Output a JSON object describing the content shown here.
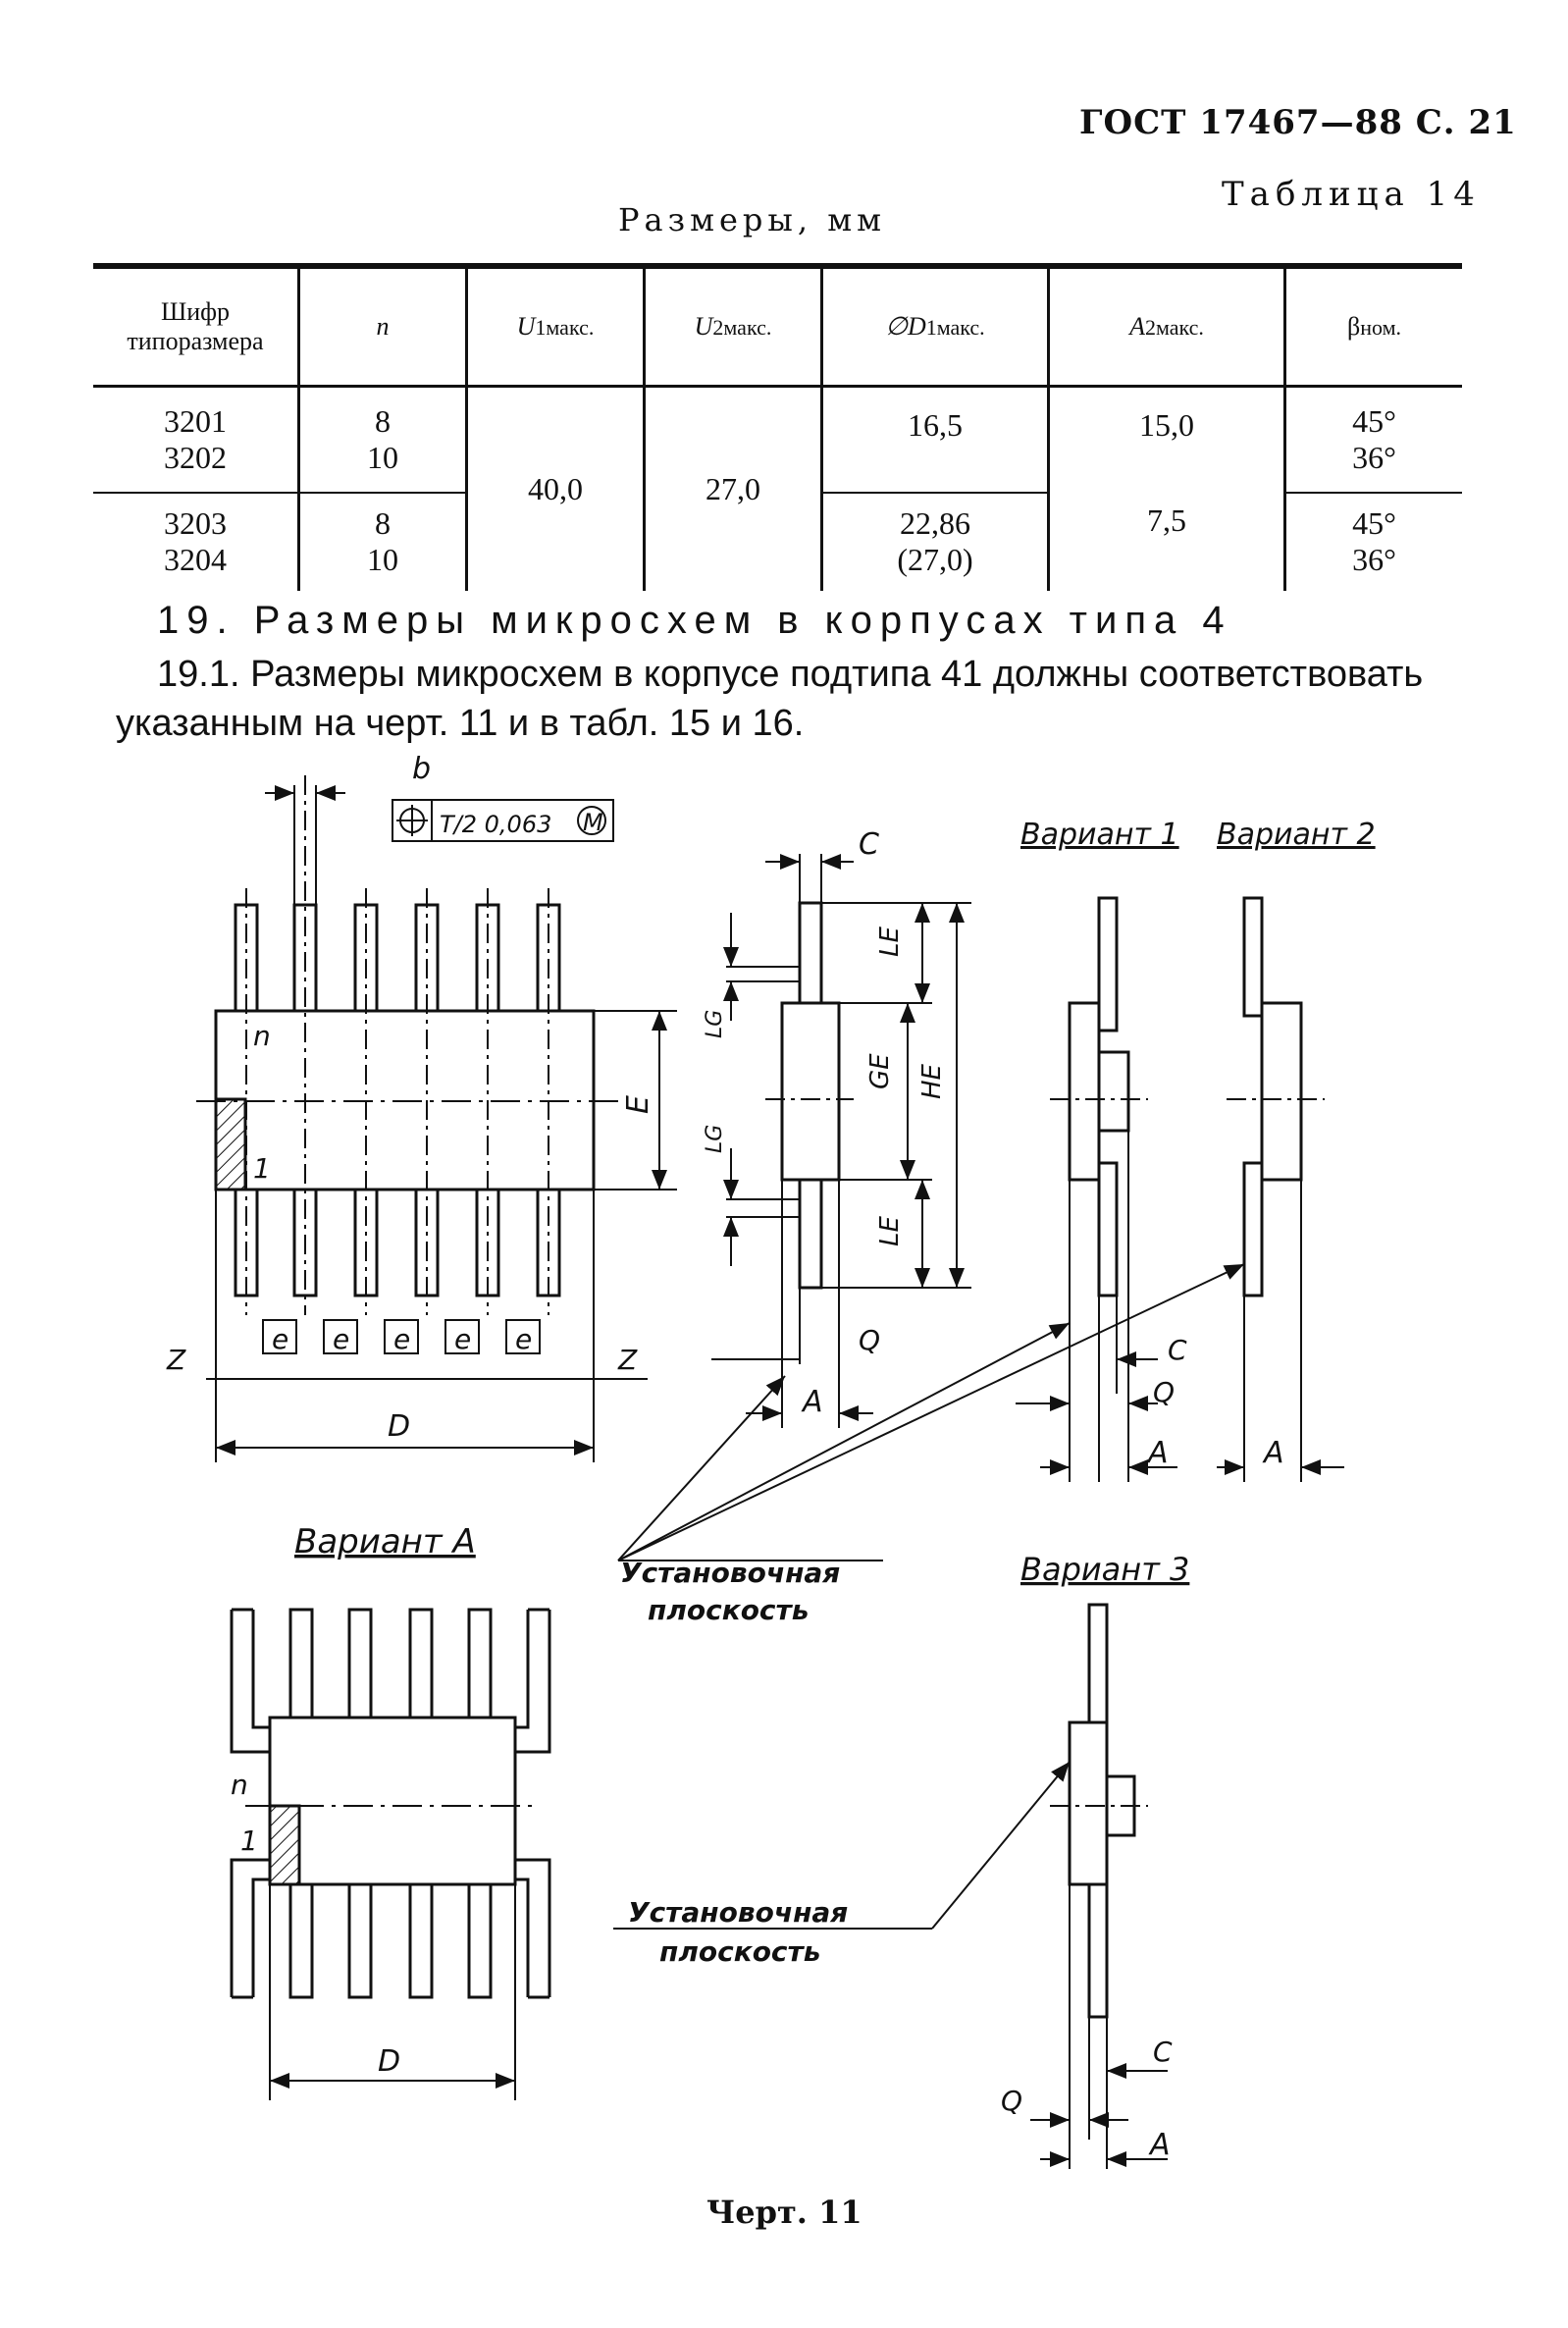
{
  "header": {
    "doc": "ГОСТ 17467—88 С. 21"
  },
  "table": {
    "number": "Таблица 14",
    "caption": "Размеры, мм",
    "head": {
      "code": "Шифр типоразмера",
      "n": "n",
      "u1": "U",
      "u1_sub": "1макс.",
      "u2": "U",
      "u2_sub": "2макс.",
      "d1": "∅D",
      "d1_sub": "1макс.",
      "a2": "A",
      "a2_sub": "2макс.",
      "beta": "β",
      "beta_sub": "ном."
    },
    "rows": [
      {
        "code_a": "3201",
        "code_b": "3202",
        "n_a": "8",
        "n_b": "10",
        "d1_a": "16,5",
        "d1_b": "",
        "a2": "15,0",
        "beta_a": "45°",
        "beta_b": "36°"
      },
      {
        "code_a": "3203",
        "code_b": "3204",
        "n_a": "8",
        "n_b": "10",
        "d1_a": "22,86",
        "d1_b": "(27,0)",
        "a2": "7,5",
        "beta_a": "45°",
        "beta_b": "36°"
      }
    ],
    "u1_value": "40,0",
    "u2_value": "27,0"
  },
  "section": {
    "title": "19. Размеры микросхем в корпусах типа 4",
    "text": "19.1. Размеры микросхем в корпусе подтипа 41 должны соответствовать указанным на черт. 11 и в табл. 15 и 16."
  },
  "drawing": {
    "tolerance": "T/2 0,063",
    "tolerance_mod": "M",
    "labels": {
      "b": "b",
      "c": "C",
      "e": "E",
      "n": "n",
      "one": "1",
      "e_pitch": "e",
      "z": "Z",
      "d": "D",
      "q": "Q",
      "a": "A",
      "le": "LE",
      "lg": "LG",
      "ge": "GE",
      "he": "HE"
    },
    "variants": {
      "v1": "Вариант 1",
      "v2": "Вариант 2",
      "va": "Вариант A",
      "v3": "Вариант 3"
    },
    "mount_plane_1": "Установочная плоскость",
    "mount_plane_1a": "Установочная",
    "mount_plane_1b": "плоскость",
    "mount_plane_2a": "Установочная",
    "mount_plane_2b": "плоскость"
  },
  "figure_caption": "Черт. 11"
}
